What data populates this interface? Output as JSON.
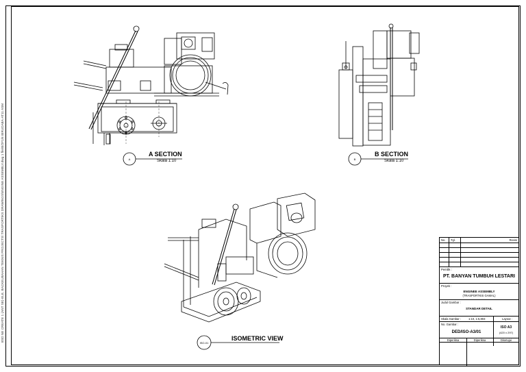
{
  "sidebar_note": "BSD NE CREATE 1 (ANT SE)-ELE, BACKEUBAHAN TEKNIS PROJECTS\\ TRASPORTIKS DRAWINGS\\ENGINE ASSEMBLY.dwg 1 file/B/2F1/6 BIRUDABA-AT11 ASM",
  "views": {
    "a_section": {
      "marker": "A",
      "title": "A SECTION",
      "scale": "Skala   1:10"
    },
    "b_section": {
      "marker": "B",
      "title": "B SECTION",
      "scale": "Skala   1:10"
    },
    "isometric": {
      "marker": "ISO-01",
      "title": "ISOMETRIC VIEW"
    }
  },
  "title_block": {
    "revision_header": {
      "no": "No.",
      "date": "Tgl.",
      "revisi": "Revisi"
    },
    "owner_label": "Pemilik :",
    "owner": "PT. BANYAN TUMBUH LESTARI",
    "project_label": "Proyek :",
    "project": "ENGINEE ASSEMBLY",
    "project_sub": "(TRASPORTKIS GAMAL)",
    "drawing_title_label": "Judul Gambar :",
    "drawing_title": "STANDAR DETAIL",
    "scale_label": "Skala Gambar :",
    "scale_value": "1:10, 1:5,803",
    "layout_label": "Layout :",
    "drawing_no_label": "No. Gambar :",
    "drawing_no": "DED/ISO-A3/01",
    "sheet_size": "ISO A3",
    "sheet_dims": "(420 x 297)",
    "sign_dipenksa": "Diperiksa",
    "sign_diperiksa": "Diperiksa",
    "sign_disetujui": "Disetujui"
  }
}
